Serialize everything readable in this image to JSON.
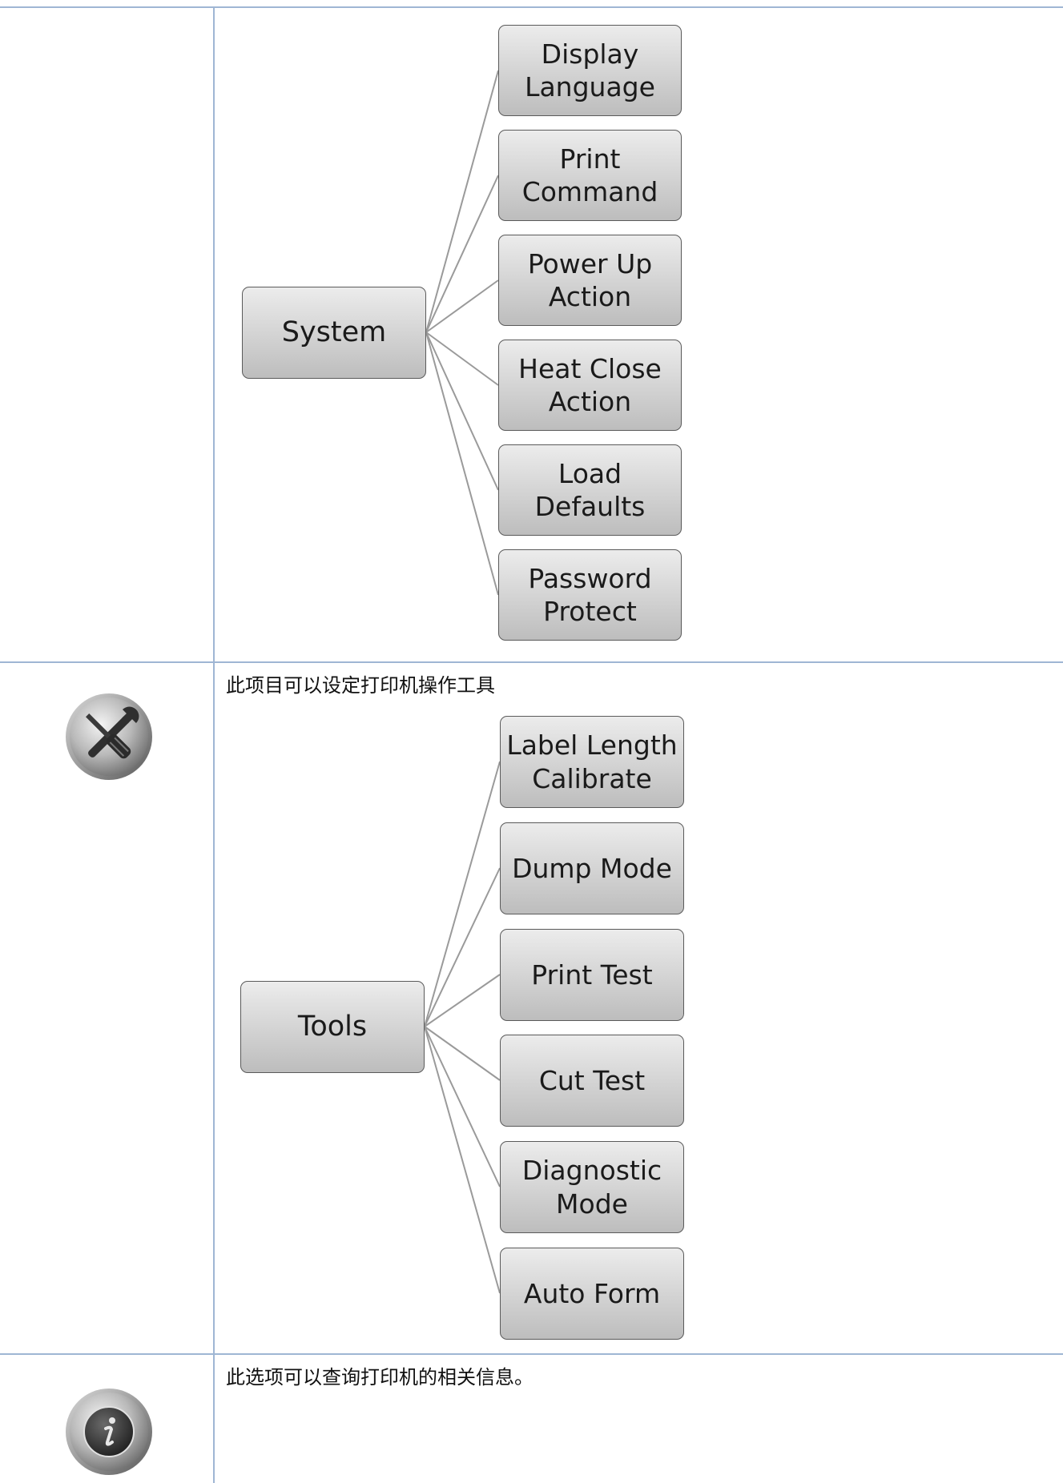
{
  "system": {
    "root_label": "System",
    "children": [
      "Display\nLanguage",
      "Print\nCommand",
      "Power Up\nAction",
      "Heat Close\nAction",
      "Load\nDefaults",
      "Password\nProtect"
    ]
  },
  "tools": {
    "description": "此项目可以设定打印机操作工具",
    "icon": "tools-icon",
    "root_label": "Tools",
    "children": [
      "Label Length\nCalibrate",
      "Dump Mode",
      "Print Test",
      "Cut Test",
      "Diagnostic\nMode",
      "Auto Form"
    ]
  },
  "information": {
    "description": "此选项可以查询打印机的相关信息。",
    "icon": "info-icon"
  }
}
